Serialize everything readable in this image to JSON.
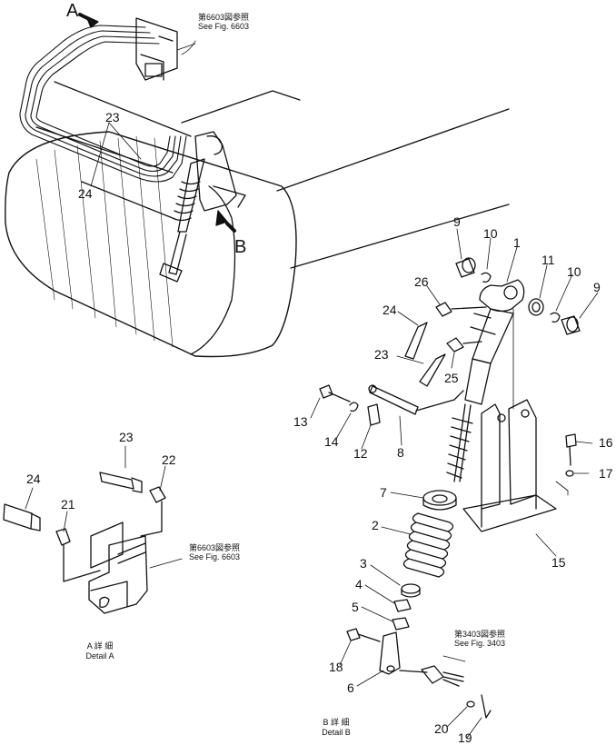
{
  "views": {
    "A": "A",
    "B": "B"
  },
  "references": {
    "fig6603_top": {
      "jp": "第6603図参照",
      "en": "See Fig. 6603"
    },
    "fig6603_detail": {
      "jp": "第6603図参照",
      "en": "See Fig. 6603"
    },
    "fig3403": {
      "jp": "第3403図参照",
      "en": "See Fig. 3403"
    }
  },
  "details": {
    "a": {
      "jp": "A 詳 細",
      "en": "Detail A"
    },
    "b": {
      "jp": "B 詳 細",
      "en": "Detail B"
    }
  },
  "callouts": {
    "main_23": "23",
    "main_24": "24",
    "detA_23": "23",
    "detA_22": "22",
    "detA_24": "24",
    "detA_21": "21",
    "p9a": "9",
    "p10a": "10",
    "p1": "1",
    "p11": "11",
    "p10b": "10",
    "p9b": "9",
    "p26": "26",
    "p24": "24",
    "p23": "23",
    "p25": "25",
    "p13": "13",
    "p14": "14",
    "p12": "12",
    "p8": "8",
    "p16": "16",
    "p17": "17",
    "p7": "7",
    "p2": "2",
    "p15": "15",
    "p3": "3",
    "p4": "4",
    "p5": "5",
    "p18": "18",
    "p6": "6",
    "p20": "20",
    "p19": "19"
  }
}
